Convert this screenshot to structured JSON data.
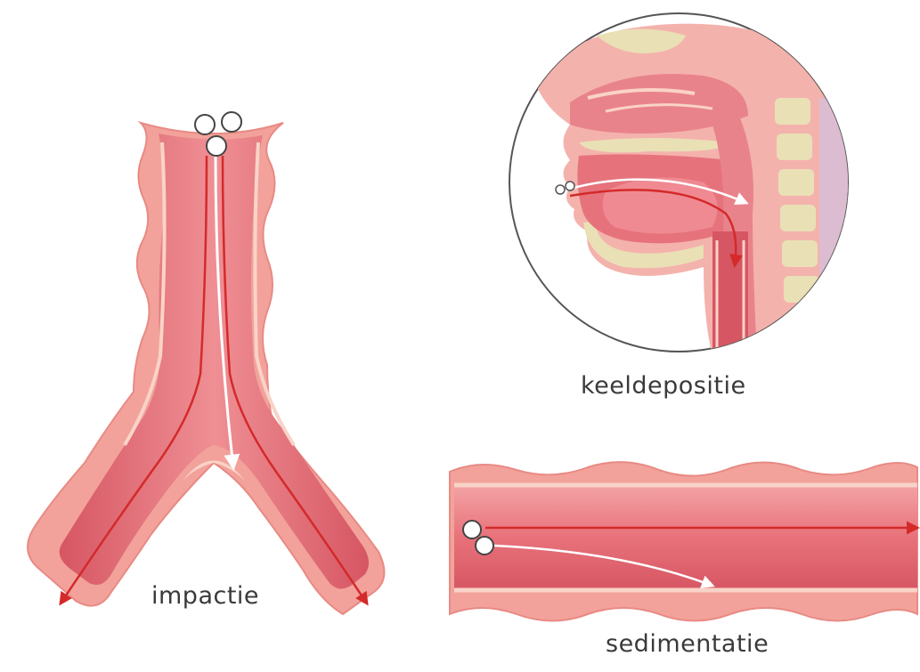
{
  "labels": {
    "impactie": "impactie",
    "keeldepositie": "keeldepositie",
    "sedimentatie": "sedimentatie"
  },
  "colors": {
    "wall_outer": "#f2a29a",
    "wall_inner": "#f9d3c8",
    "lumen": "#e8727a",
    "lumen_dark": "#c9444f",
    "arrow_red": "#d42a2a",
    "arrow_white": "#ffffff",
    "particle_stroke": "#444444",
    "bone": "#e9e0b5",
    "tissue": "#f4b2ad"
  }
}
